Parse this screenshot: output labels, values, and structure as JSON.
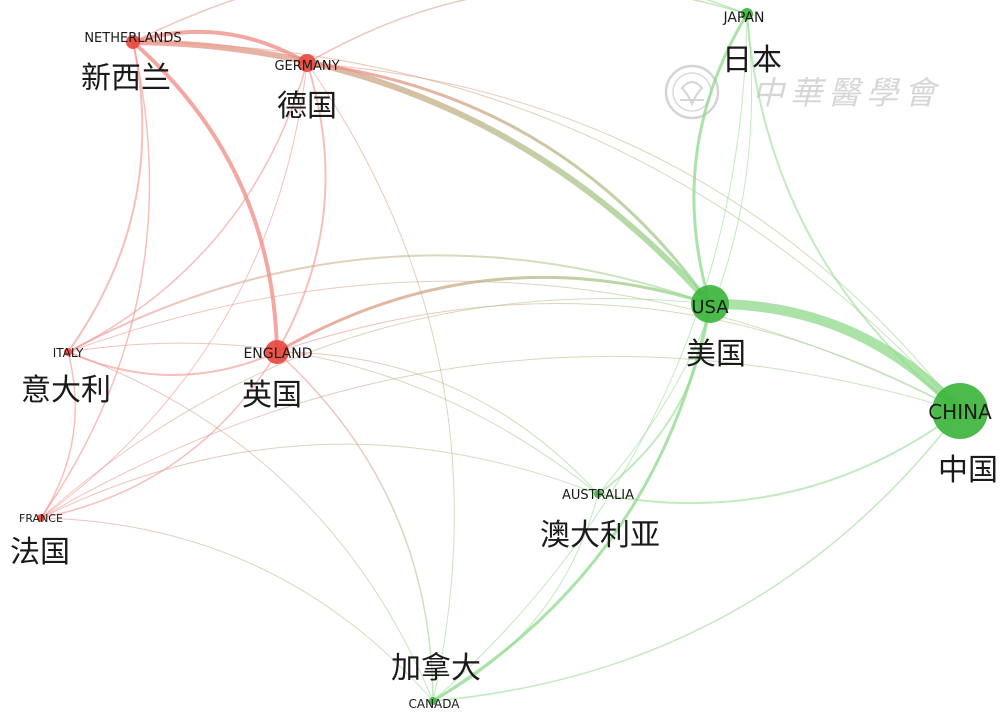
{
  "colors": {
    "red": "#e8493f",
    "green": "#3db53d",
    "edge_red": "#f08a82",
    "edge_green": "#8fd98a",
    "watermark": "#d0d0d0"
  },
  "watermark": {
    "text": "中華醫學會",
    "icon": "society-seal-icon"
  },
  "nodes": [
    {
      "id": "netherlands",
      "en": "NETHERLANDS",
      "zh": "新西兰",
      "group": "red",
      "weight": 2
    },
    {
      "id": "germany",
      "en": "GERMANY",
      "zh": "德国",
      "group": "red",
      "weight": 3
    },
    {
      "id": "japan",
      "en": "JAPAN",
      "zh": "日本",
      "group": "green",
      "weight": 2
    },
    {
      "id": "usa",
      "en": "USA",
      "zh": "美国",
      "group": "green",
      "weight": 6
    },
    {
      "id": "china",
      "en": "CHINA",
      "zh": "中国",
      "group": "green",
      "weight": 9
    },
    {
      "id": "italy",
      "en": "ITALY",
      "zh": "意大利",
      "group": "red",
      "weight": 1
    },
    {
      "id": "england",
      "en": "ENGLAND",
      "zh": "英国",
      "group": "red",
      "weight": 3
    },
    {
      "id": "australia",
      "en": "AUSTRALIA",
      "zh": "澳大利亚",
      "group": "green",
      "weight": 1
    },
    {
      "id": "france",
      "en": "FRANCE",
      "zh": "法国",
      "group": "red",
      "weight": 1
    },
    {
      "id": "canada",
      "en": "CANADA",
      "zh": "加拿大",
      "group": "green",
      "weight": 1
    }
  ],
  "edges": [
    {
      "s": "usa",
      "t": "china",
      "w": 10
    },
    {
      "s": "netherlands",
      "t": "usa",
      "w": 6
    },
    {
      "s": "netherlands",
      "t": "germany",
      "w": 4
    },
    {
      "s": "netherlands",
      "t": "england",
      "w": 4
    },
    {
      "s": "netherlands",
      "t": "italy",
      "w": 2
    },
    {
      "s": "netherlands",
      "t": "france",
      "w": 1.5
    },
    {
      "s": "netherlands",
      "t": "japan",
      "w": 1.5
    },
    {
      "s": "netherlands",
      "t": "china",
      "w": 1
    },
    {
      "s": "germany",
      "t": "usa",
      "w": 3
    },
    {
      "s": "germany",
      "t": "england",
      "w": 2
    },
    {
      "s": "germany",
      "t": "japan",
      "w": 1.5
    },
    {
      "s": "germany",
      "t": "italy",
      "w": 1.5
    },
    {
      "s": "germany",
      "t": "france",
      "w": 1
    },
    {
      "s": "germany",
      "t": "china",
      "w": 1
    },
    {
      "s": "germany",
      "t": "canada",
      "w": 1
    },
    {
      "s": "england",
      "t": "usa",
      "w": 3
    },
    {
      "s": "england",
      "t": "italy",
      "w": 2
    },
    {
      "s": "england",
      "t": "france",
      "w": 1.5
    },
    {
      "s": "england",
      "t": "china",
      "w": 1
    },
    {
      "s": "england",
      "t": "canada",
      "w": 1.5
    },
    {
      "s": "england",
      "t": "australia",
      "w": 1
    },
    {
      "s": "italy",
      "t": "usa",
      "w": 2
    },
    {
      "s": "italy",
      "t": "france",
      "w": 1.5
    },
    {
      "s": "italy",
      "t": "china",
      "w": 1
    },
    {
      "s": "italy",
      "t": "australia",
      "w": 1
    },
    {
      "s": "italy",
      "t": "canada",
      "w": 1
    },
    {
      "s": "france",
      "t": "usa",
      "w": 1
    },
    {
      "s": "france",
      "t": "china",
      "w": 1
    },
    {
      "s": "france",
      "t": "australia",
      "w": 1
    },
    {
      "s": "france",
      "t": "canada",
      "w": 1
    },
    {
      "s": "usa",
      "t": "japan",
      "w": 3
    },
    {
      "s": "usa",
      "t": "canada",
      "w": 3
    },
    {
      "s": "usa",
      "t": "australia",
      "w": 2
    },
    {
      "s": "china",
      "t": "japan",
      "w": 2
    },
    {
      "s": "china",
      "t": "australia",
      "w": 2
    },
    {
      "s": "china",
      "t": "canada",
      "w": 1.5
    },
    {
      "s": "japan",
      "t": "australia",
      "w": 1
    },
    {
      "s": "japan",
      "t": "canada",
      "w": 1
    },
    {
      "s": "australia",
      "t": "canada",
      "w": 1
    }
  ]
}
